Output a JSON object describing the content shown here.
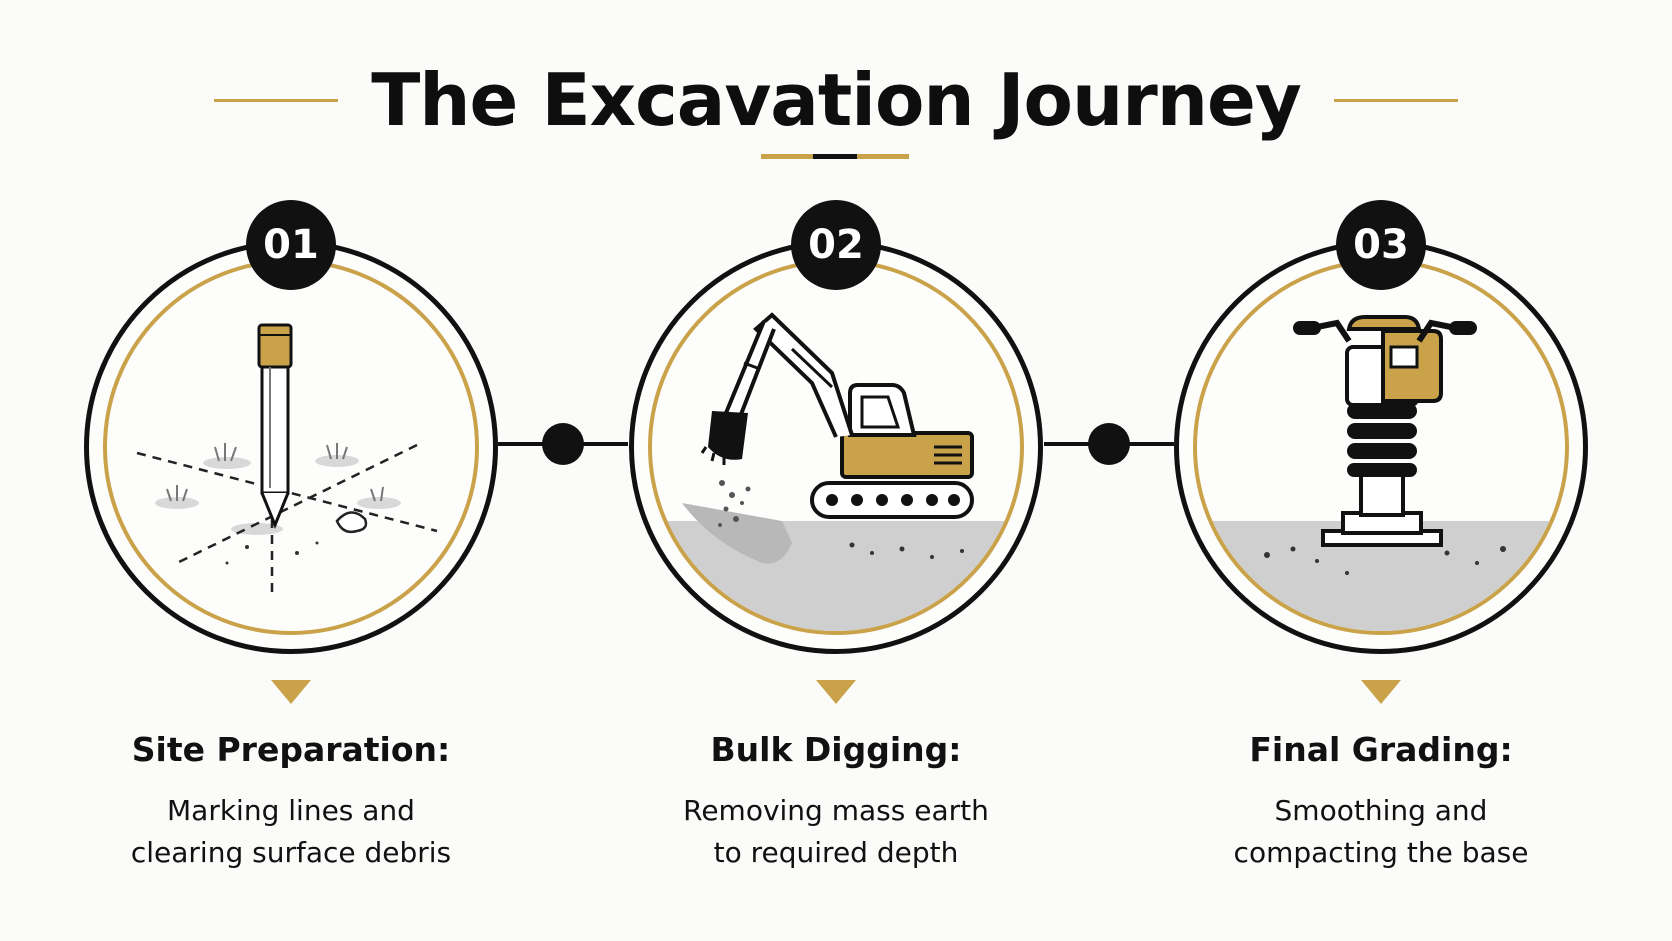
{
  "title": "The Excavation Journey",
  "colors": {
    "accent": "#c9a24a",
    "ink": "#111111",
    "background": "#fbfbfa"
  },
  "steps": [
    {
      "number": "01",
      "title": "Site Preparation:",
      "description_line1": "Marking lines and",
      "description_line2": "clearing surface debris",
      "icon": "survey-stake-icon"
    },
    {
      "number": "02",
      "title": "Bulk Digging:",
      "description_line1": "Removing mass earth",
      "description_line2": "to required depth",
      "icon": "excavator-icon"
    },
    {
      "number": "03",
      "title": "Final Grading:",
      "description_line1": "Smoothing and",
      "description_line2": "compacting the base",
      "icon": "plate-compactor-icon"
    }
  ]
}
